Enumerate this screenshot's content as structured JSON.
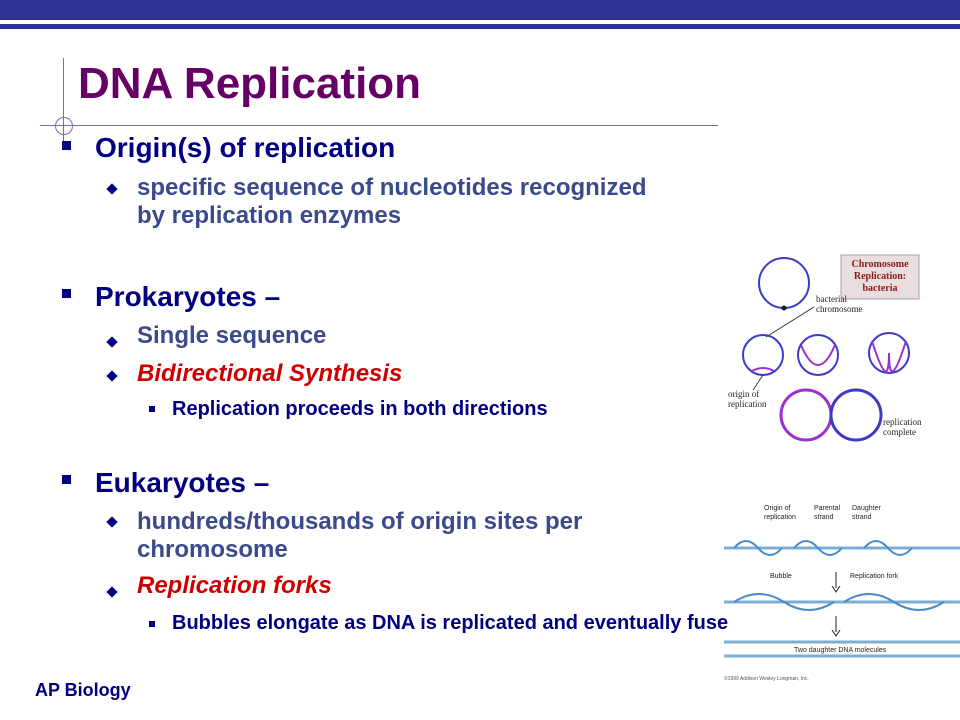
{
  "slide": {
    "title": "DNA Replication",
    "footer": "AP Biology"
  },
  "bullets": {
    "origin": "Origin(s) of replication",
    "origin_sub": "specific sequence of nucleotides recognized by replication enzymes",
    "prok": "Prokaryotes –",
    "prok_sub1": "Single sequence",
    "prok_sub2": "Bidirectional Synthesis",
    "prok_sub2_detail": "Replication proceeds in both directions",
    "euk": "Eukaryotes –",
    "euk_sub1": "hundreds/thousands of origin sites per chromosome",
    "euk_sub2": "Replication forks",
    "euk_sub2_detail": "Bubbles elongate as DNA is replicated and eventually fuse"
  },
  "figure_bacteria": {
    "title_line1": "Chromosome",
    "title_line2": "Replication:",
    "title_line3": "bacteria",
    "label_chrom1": "bacterial",
    "label_chrom2": "chromosome",
    "label_origin1": "origin of",
    "label_origin2": "replication",
    "label_complete1": "replication",
    "label_complete2": "complete"
  },
  "figure_euk": {
    "label_origin1": "Origin of",
    "label_origin2": "replication",
    "label_parental1": "Parental",
    "label_parental2": "strand",
    "label_daughter1": "Daughter",
    "label_daughter2": "strand",
    "label_bubble": "Bubble",
    "label_fork": "Replication fork",
    "label_molecules": "Two daughter DNA molecules",
    "credit": "©1999 Addison Wesley Longman, Inc."
  },
  "colors": {
    "bar": "#2e3192",
    "title": "#660066",
    "text": "#000080",
    "accent": "#cc0000"
  }
}
